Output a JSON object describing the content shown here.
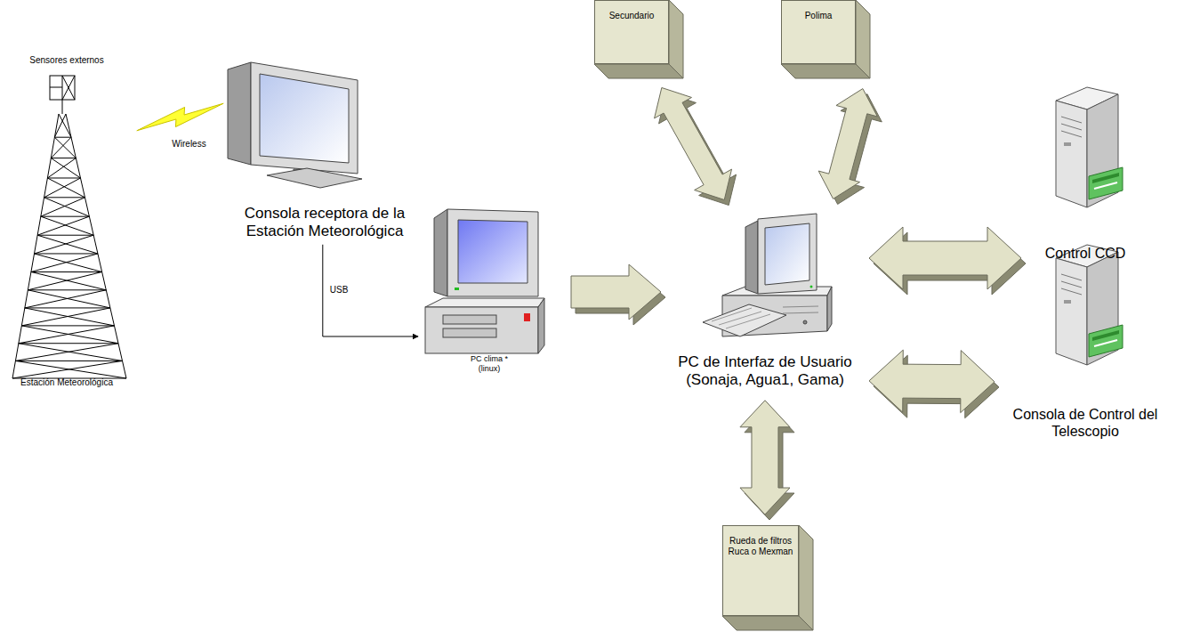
{
  "diagram": {
    "nodes": [
      {
        "text": [
          "Sensores externos",
          "Estación Meteorológica"
        ]
      },
      {
        "text": [
          "Consola receptora de la Estación Meteorológica"
        ]
      },
      {
        "text": [
          "PC clima * (linux)"
        ]
      },
      {
        "text": [
          "Secundario"
        ]
      },
      {
        "text": [
          "Polima"
        ]
      },
      {
        "text": [
          "PC de Interfaz de Usuario (Sonaja, Agua1, Gama)"
        ]
      },
      {
        "text": [
          "Control CCD"
        ]
      },
      {
        "text": [
          "Consola de Control del Telescopio"
        ]
      },
      {
        "text": [
          "Rueda de filtros Ruca o Mexman"
        ]
      }
    ],
    "edges": [
      {
        "from": 0,
        "to": 1,
        "label": "Wireless",
        "arrow": "none"
      },
      {
        "from": 1,
        "to": 2,
        "label": "USB",
        "arrow": "to"
      },
      {
        "from": 2,
        "to": 5,
        "arrow": "to"
      },
      {
        "from": 3,
        "to": 5,
        "arrow": "both"
      },
      {
        "from": 4,
        "to": 5,
        "arrow": "both"
      },
      {
        "from": 5,
        "to": 6,
        "arrow": "both"
      },
      {
        "from": 5,
        "to": 7,
        "arrow": "both"
      },
      {
        "from": 5,
        "to": 8,
        "arrow": "both"
      }
    ]
  }
}
